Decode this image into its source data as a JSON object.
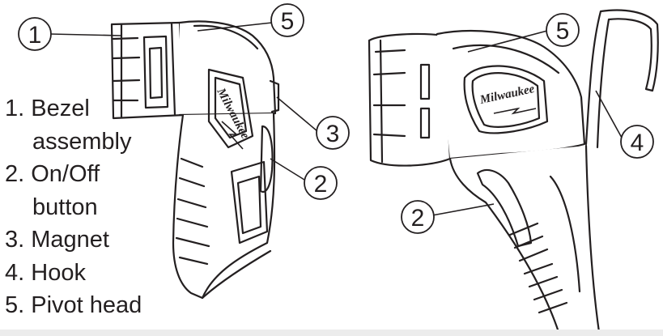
{
  "legend": [
    {
      "num": "1.",
      "line1": "Bezel",
      "line2": "assembly"
    },
    {
      "num": "2.",
      "line1": "On/Off",
      "line2": "button"
    },
    {
      "num": "3.",
      "line1": "Magnet"
    },
    {
      "num": "4.",
      "line1": "Hook"
    },
    {
      "num": "5.",
      "line1": "Pivot head"
    }
  ],
  "callouts": {
    "left_1": "1",
    "left_5": "5",
    "left_3": "3",
    "left_2": "2",
    "right_5": "5",
    "right_4": "4",
    "right_2": "2"
  },
  "logo": {
    "left": "Milwaukee",
    "right": "Milwaukee"
  },
  "colors": {
    "ink": "#231f20",
    "background": "#ffffff",
    "bottom_rule": "#d9d9d9"
  }
}
